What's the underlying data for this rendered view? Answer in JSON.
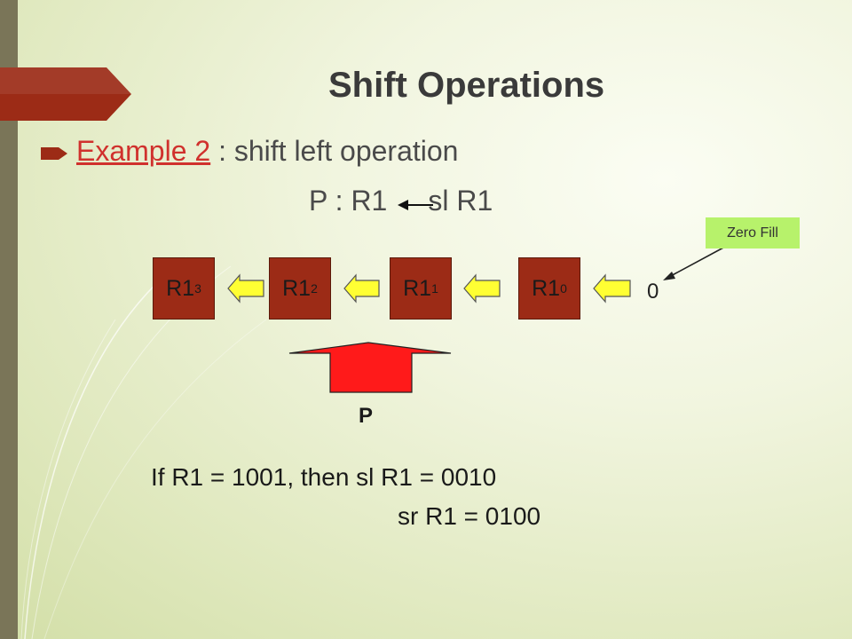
{
  "slide": {
    "title": "Shift Operations",
    "bullet": {
      "link_text": "Example 2",
      "rest_text": " : shift left operation"
    },
    "microoperation": {
      "left": "P : R1",
      "right": "sl R1"
    }
  },
  "diagram": {
    "registers": [
      {
        "name": "R1",
        "index": "3"
      },
      {
        "name": "R1",
        "index": "2"
      },
      {
        "name": "R1",
        "index": "1"
      },
      {
        "name": "R1",
        "index": "0"
      }
    ],
    "fill_input": "0",
    "fill_callout": "Zero Fill",
    "control_signal": "P"
  },
  "example": {
    "line1_prefix": "If R1 = 1001, then ",
    "line1_expr": "sl R1 = 0010",
    "line2_expr": "sr R1 = 0100"
  },
  "colors": {
    "register_fill": "#9c2b16",
    "arrow_fill": "#ffff33",
    "control_arrow_fill": "#ff1a1a",
    "callout_fill": "#b7f26b",
    "link_text": "#d0312d"
  }
}
